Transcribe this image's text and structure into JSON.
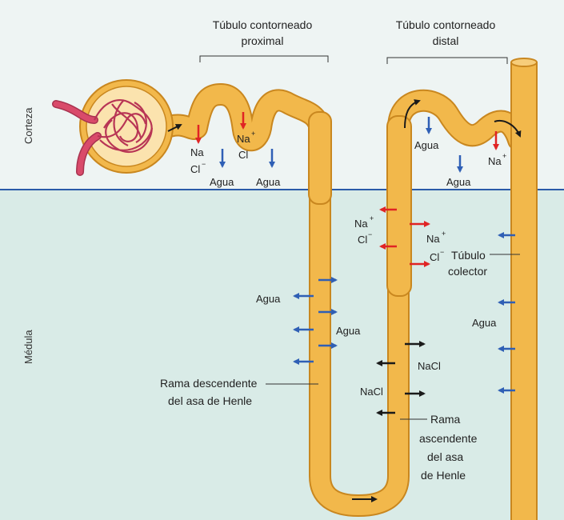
{
  "colors": {
    "cortex_bg": "#eef4f3",
    "medulla_bg": "#d9ebe7",
    "boundary": "#2a5aa8",
    "tubule": "#f2b84b",
    "tubule_stroke": "#c9871f",
    "capsule": "#fbe3ae",
    "vessel": "#d94a6a",
    "arrow_red": "#e02424",
    "arrow_blue": "#2f5fb5",
    "arrow_black": "#1a1a1a"
  },
  "zones": {
    "cortex": "Corteza",
    "medulla": "Médula"
  },
  "labels": {
    "pct_line1": "Túbulo contorneado",
    "pct_line2": "proximal",
    "dct_line1": "Túbulo contorneado",
    "dct_line2": "distal",
    "collector_line1": "Túbulo",
    "collector_line2": "colector",
    "desc_line1": "Rama descendente",
    "desc_line2": "del asa de Henle",
    "asc_line1": "Rama",
    "asc_line2": "ascendente",
    "asc_line3": "del asa",
    "asc_line4": "de Henle"
  },
  "ions": {
    "na": "Na",
    "cl": "Cl",
    "plus": "+",
    "minus": "−",
    "agua": "Agua",
    "nacl": "NaCl"
  },
  "icons": [
    "glomerulus-icon",
    "arrow-icon"
  ]
}
